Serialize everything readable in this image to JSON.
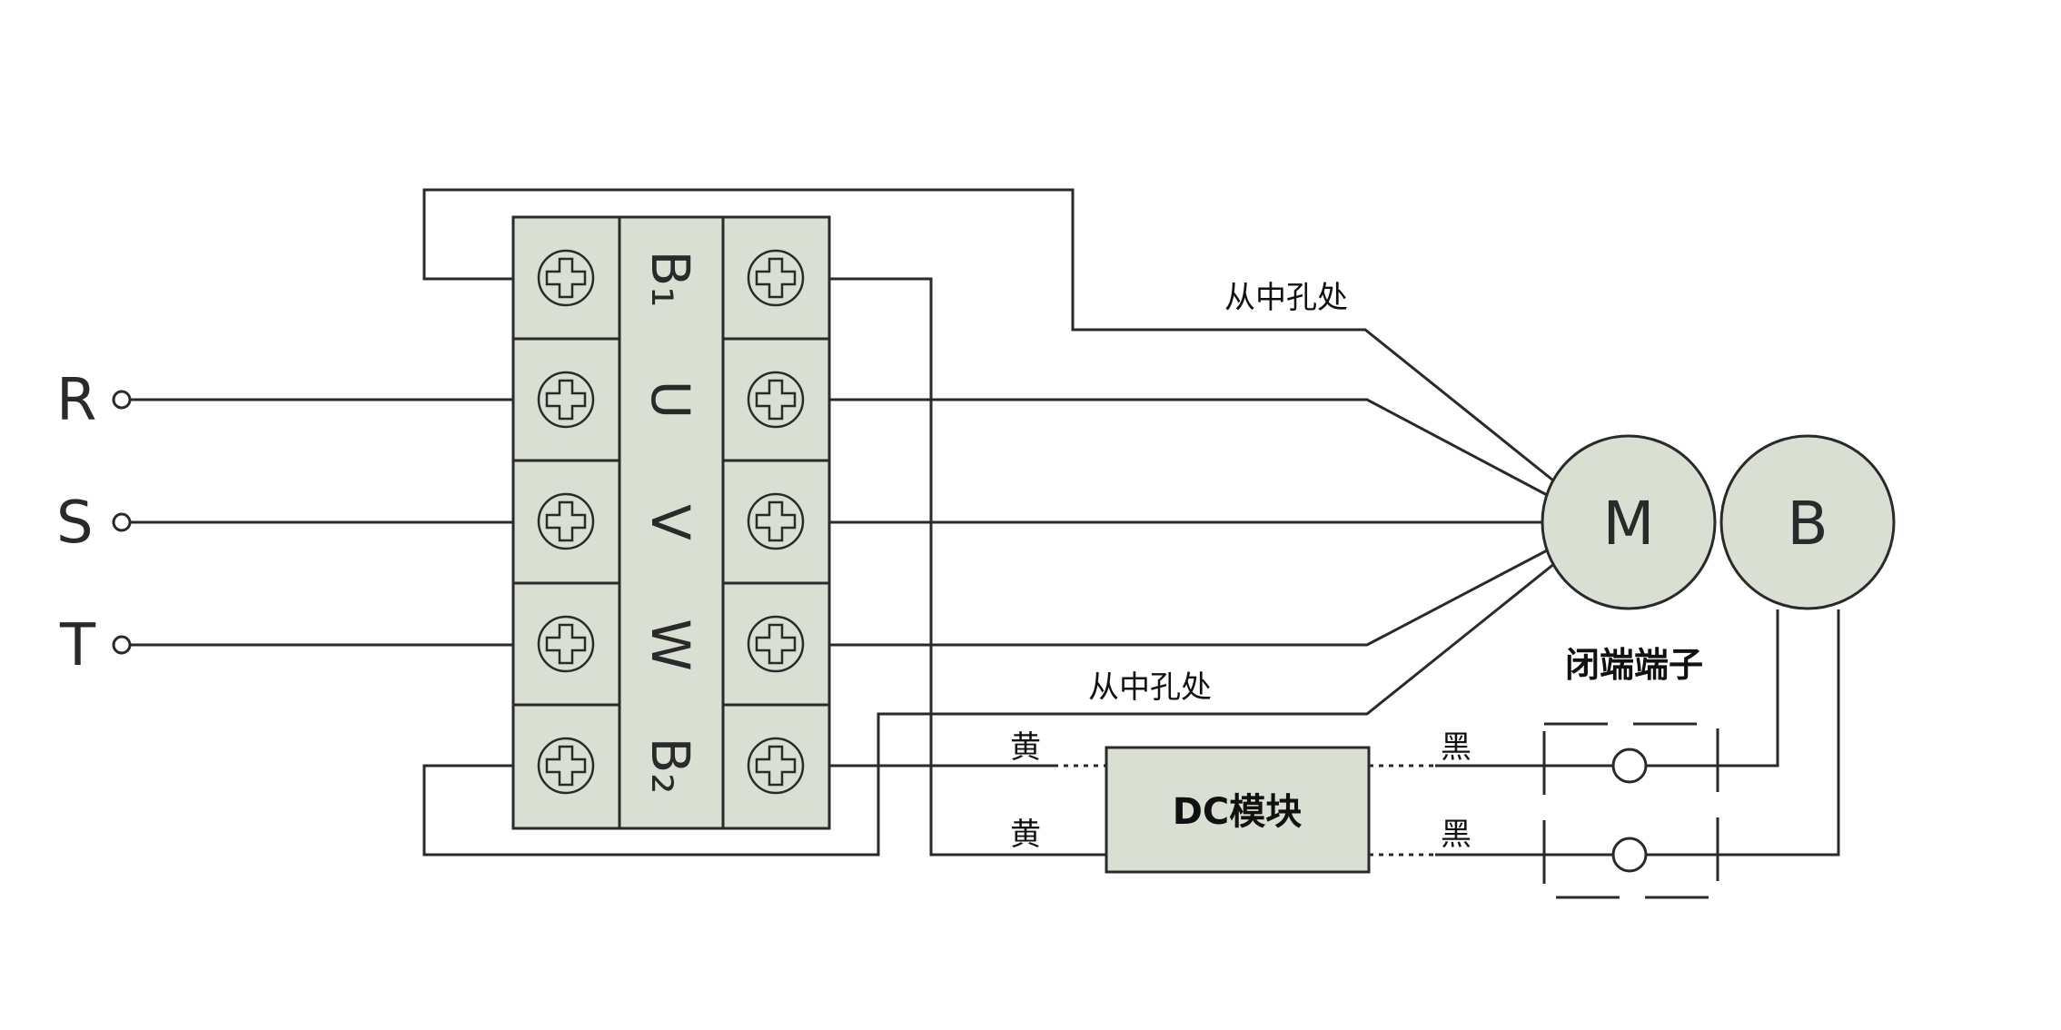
{
  "inputs": {
    "r": "R",
    "s": "S",
    "t": "T"
  },
  "terminal_block": {
    "labels": {
      "b1": "B₁",
      "u": "U",
      "v": "V",
      "w": "W",
      "b2": "B₂"
    }
  },
  "motor": {
    "m_label": "M",
    "b_label": "B"
  },
  "annotations": {
    "from_center_hole_top": "从中孔处",
    "from_center_hole_bottom": "从中孔处",
    "closed_end_terminal": "闭端端子",
    "yellow_top": "黄",
    "yellow_bottom": "黄",
    "black_top": "黑",
    "black_bottom": "黑"
  },
  "module": {
    "label": "DC模块"
  },
  "colors": {
    "fill": "#d9dfd3",
    "line": "#2a2a2a"
  }
}
